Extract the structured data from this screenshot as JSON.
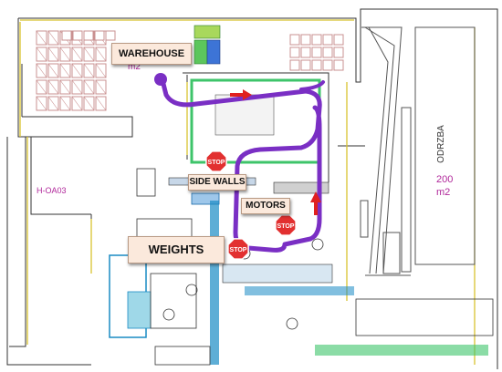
{
  "callouts": {
    "warehouse": "WAREHOUSE",
    "side_walls": "SIDE WALLS",
    "motors": "MOTORS",
    "weights": "WEIGHTS"
  },
  "plan_labels": {
    "warehouse_area": "m2",
    "area_code": "H-OA03",
    "room_name": "ODRZBA",
    "room_area_value": "200",
    "room_area_unit": "m2"
  },
  "stop_signs": [
    "STOP",
    "STOP",
    "STOP"
  ],
  "colors": {
    "route": "#7a2fc4",
    "flow_arrow": "#e02020",
    "stop_sign": "#e23030",
    "callout_fill": "#fbe9dc",
    "plan_label": "#b0279a",
    "racks": "#c99090",
    "machinery": "#1a8bc4",
    "green_zone": "#3ec46a"
  }
}
